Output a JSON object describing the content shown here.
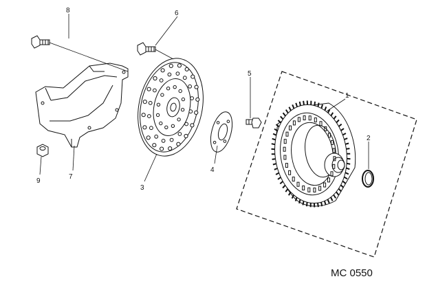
{
  "diagram": {
    "reference": "MC 0550",
    "callouts": {
      "c1": "1",
      "c2": "2",
      "c3": "3",
      "c4": "4",
      "c5": "5",
      "c6": "6",
      "c7": "7",
      "c8": "8",
      "c9": "9"
    }
  }
}
